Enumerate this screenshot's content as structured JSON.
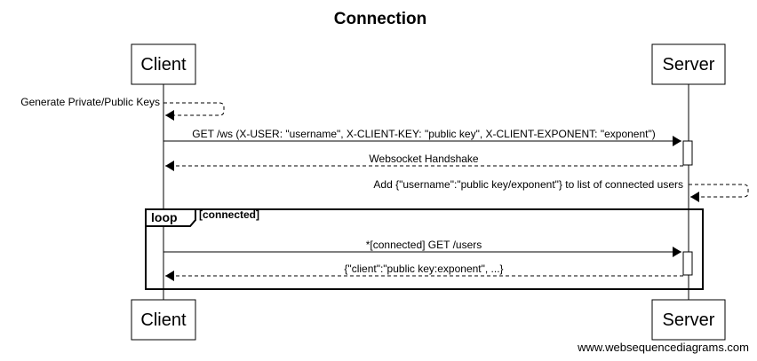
{
  "title": "Connection",
  "participants": {
    "client": "Client",
    "server": "Server"
  },
  "messages": [
    {
      "from": "client",
      "to": "client",
      "style": "dashed",
      "label": "Generate Private/Public Keys"
    },
    {
      "from": "client",
      "to": "server",
      "style": "solid",
      "label": "GET /ws (X-USER: \"username\", X-CLIENT-KEY: \"public key\", X-CLIENT-EXPONENT: \"exponent\")"
    },
    {
      "from": "server",
      "to": "client",
      "style": "dashed",
      "label": "Websocket Handshake"
    },
    {
      "from": "server",
      "to": "server",
      "style": "dashed",
      "label": "Add {\"username\":\"public key/exponent\"} to list of connected users"
    },
    {
      "from": "client",
      "to": "server",
      "style": "solid",
      "label": "*[connected] GET /users"
    },
    {
      "from": "server",
      "to": "client",
      "style": "dashed",
      "label": "{\"client\":\"public key:exponent\", ...}"
    }
  ],
  "loop": {
    "keyword": "loop",
    "guard": "[connected]"
  },
  "watermark": "www.websequencediagrams.com"
}
